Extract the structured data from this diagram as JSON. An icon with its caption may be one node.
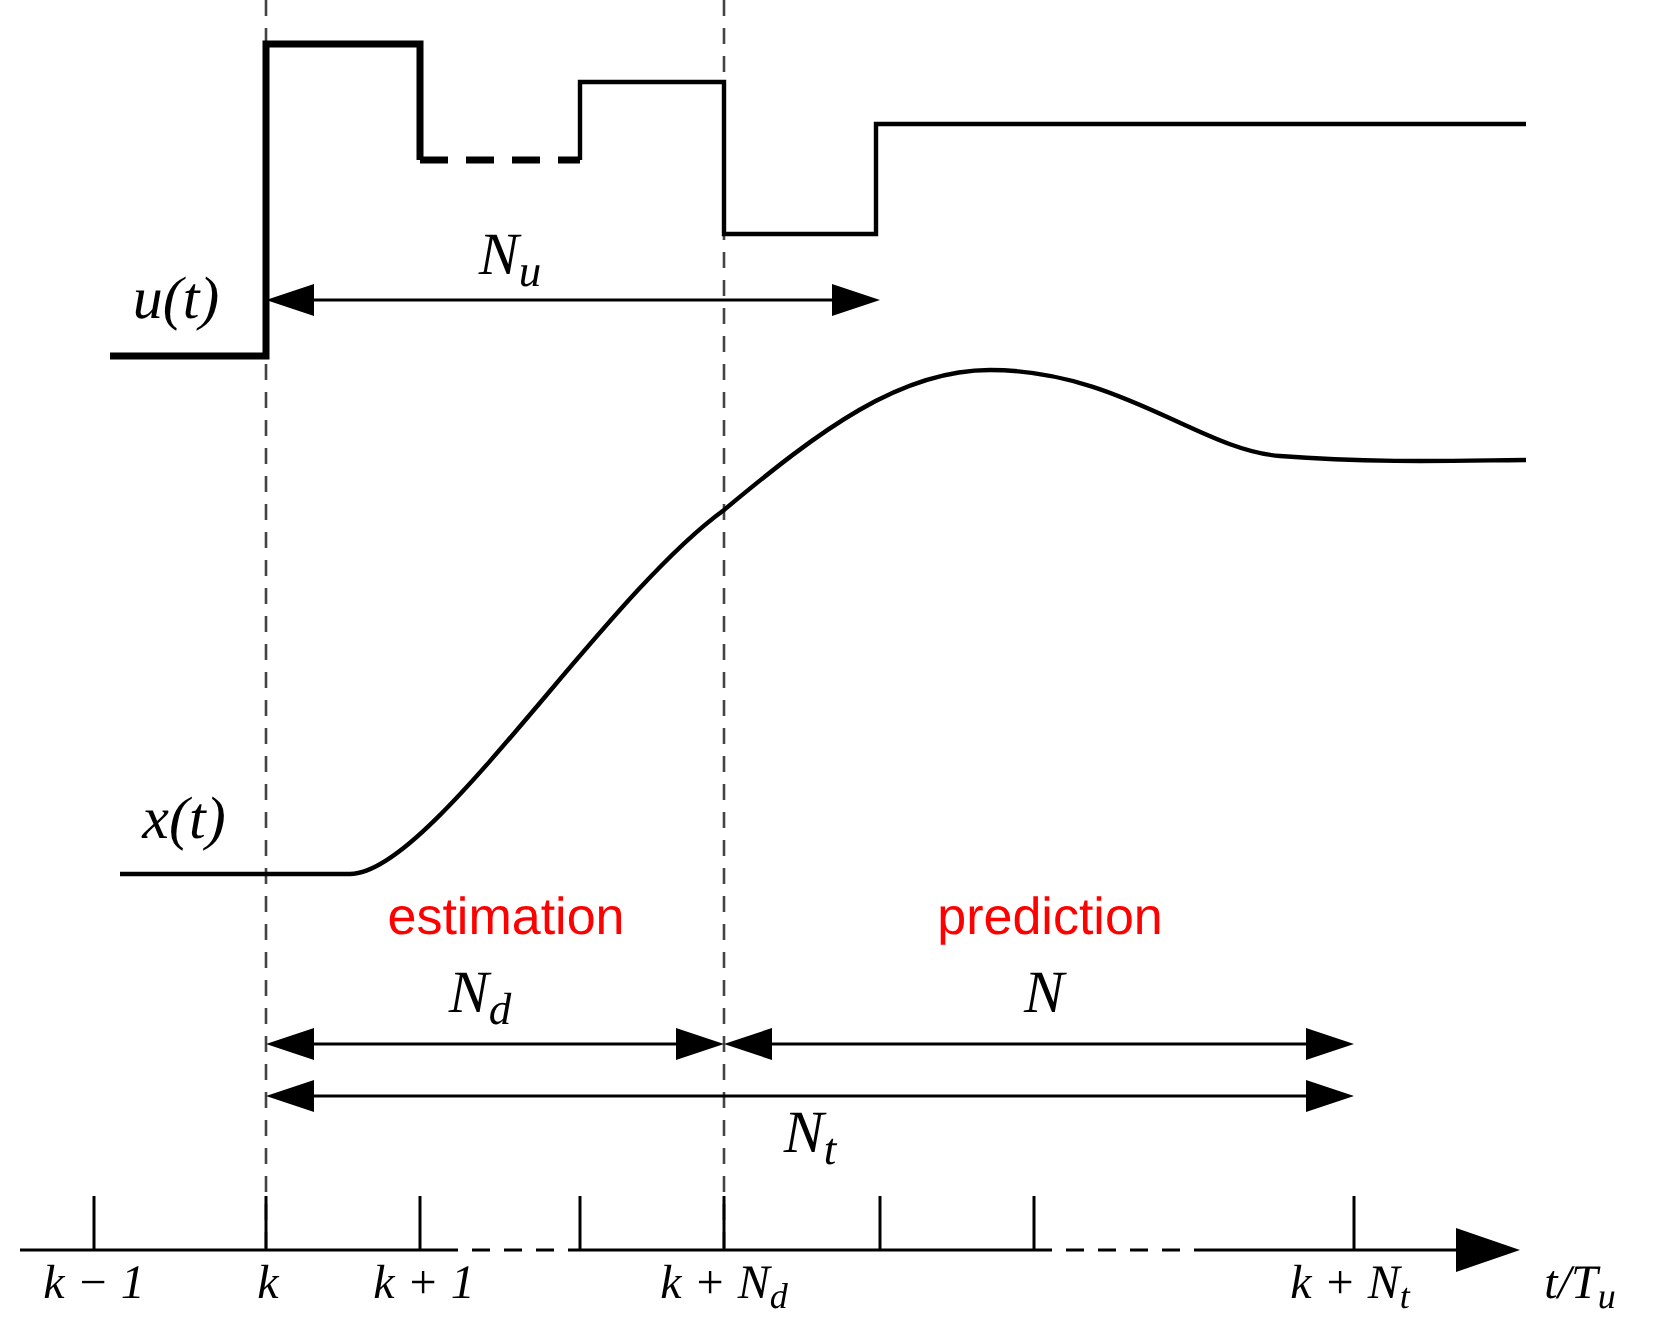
{
  "diagram": {
    "labels": [
      "u(t)",
      "N$_{u}$",
      "x(t)",
      "estimation",
      "prediction",
      "N$_{d}$",
      "N",
      "N$_{t}$",
      "k − 1",
      "k",
      "k + 1",
      "k + N$_{d}$",
      "k + N$_{t}$",
      "t/T$_{u}$"
    ]
  }
}
